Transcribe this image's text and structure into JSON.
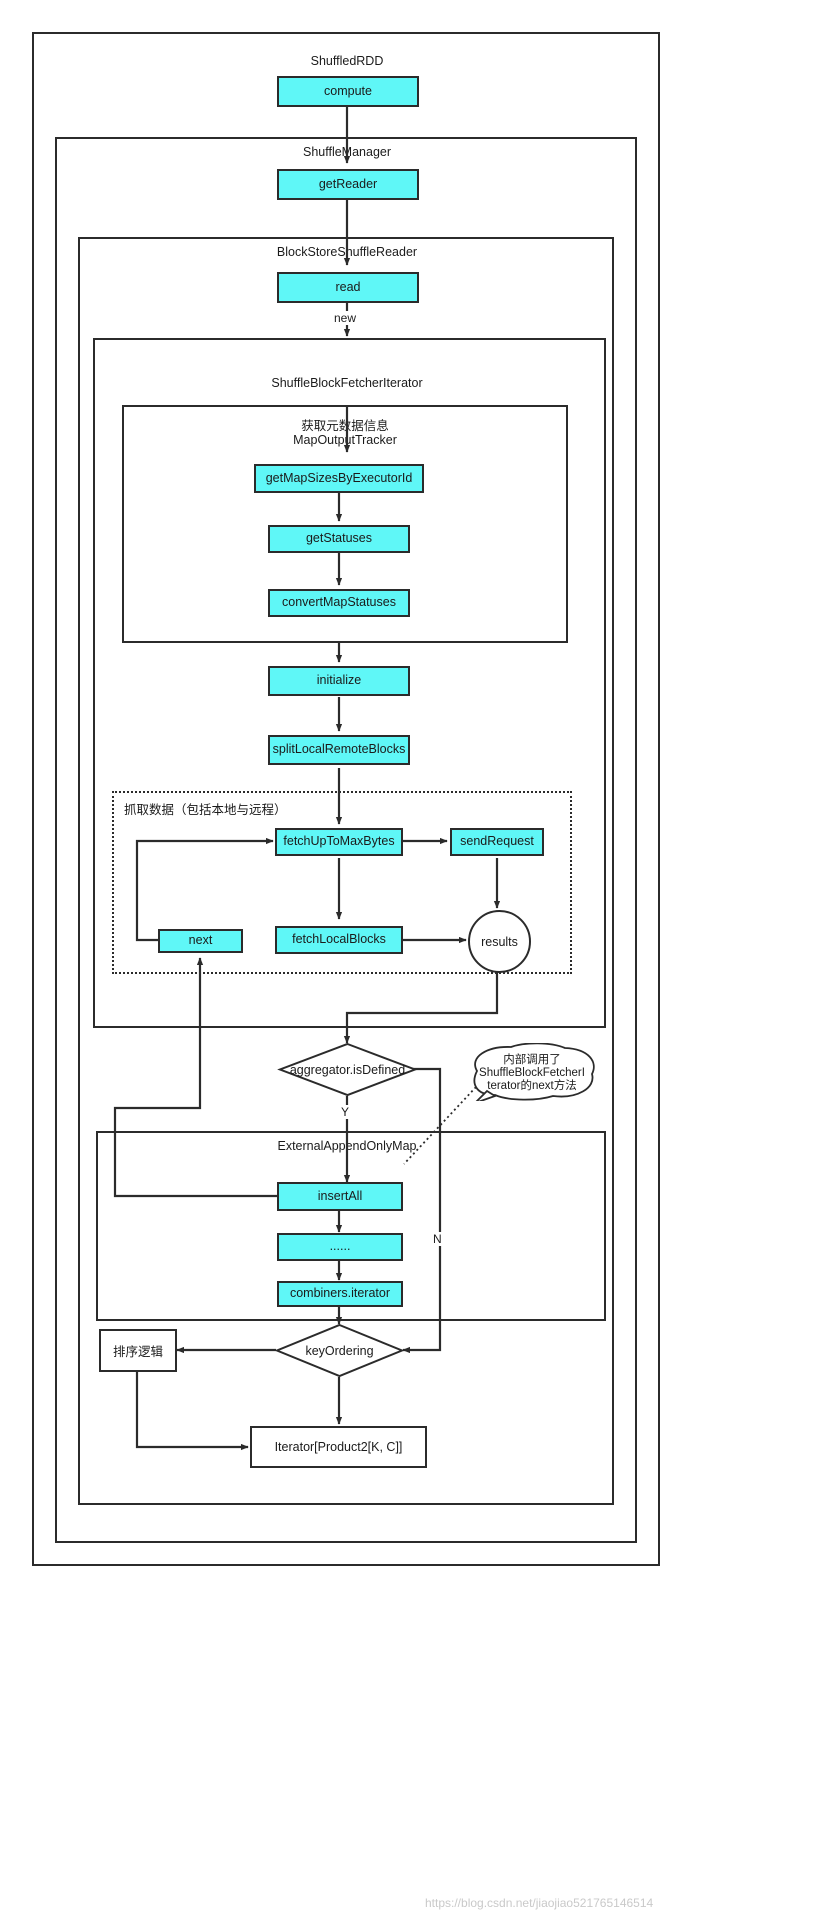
{
  "diagram": {
    "title": "Spark Shuffle Read flow",
    "accent_box_color": "#5ff7f7",
    "stroke_color": "#2b2b2b",
    "background": "#ffffff"
  },
  "containers": {
    "outer": {
      "label": ""
    },
    "shuffled_rdd": {
      "label": "ShuffledRDD"
    },
    "shuffle_manager": {
      "label": "ShuffleManager"
    },
    "block_store_shuffle_reader": {
      "label": "BlockStoreShuffleReader"
    },
    "shuffle_block_fetcher_iterator": {
      "label": "ShuffleBlockFetcherIterator"
    },
    "map_output_tracker": {
      "label": "获取元数据信息\nMapOutputTracker"
    },
    "fetch_group": {
      "label": "抓取数据（包括本地与远程）"
    },
    "external_append_only_map": {
      "label": "ExternalAppendOnlyMap"
    }
  },
  "nodes": {
    "compute": "compute",
    "get_reader": "getReader",
    "read": "read",
    "get_map_sizes_by_executor_id": "getMapSizesByExecutorId",
    "get_statuses": "getStatuses",
    "convert_map_statuses": "convertMapStatuses",
    "initialize": "initialize",
    "split_local_remote_blocks": "splitLocalRemoteBlocks",
    "fetch_up_to_max_bytes": "fetchUpToMaxBytes",
    "send_request": "sendRequest",
    "next": "next",
    "fetch_local_blocks": "fetchLocalBlocks",
    "results": "results",
    "aggregator_is_defined": "aggregator.isDefined",
    "insert_all": "insertAll",
    "ellipsis": "......",
    "combiners_iterator": "combiners.iterator",
    "key_ordering": "keyOrdering",
    "sort_logic": "排序逻辑",
    "iterator_product2": "Iterator[Product2[K, C]]"
  },
  "edge_labels": {
    "new": "new",
    "yes": "Y",
    "no": "N"
  },
  "callout": {
    "text": "内部调用了\nShuffleBlockFetcherI\nterator的next方法"
  },
  "watermark": {
    "text": "https://blog.csdn.net/jiaojiao521765146514"
  }
}
